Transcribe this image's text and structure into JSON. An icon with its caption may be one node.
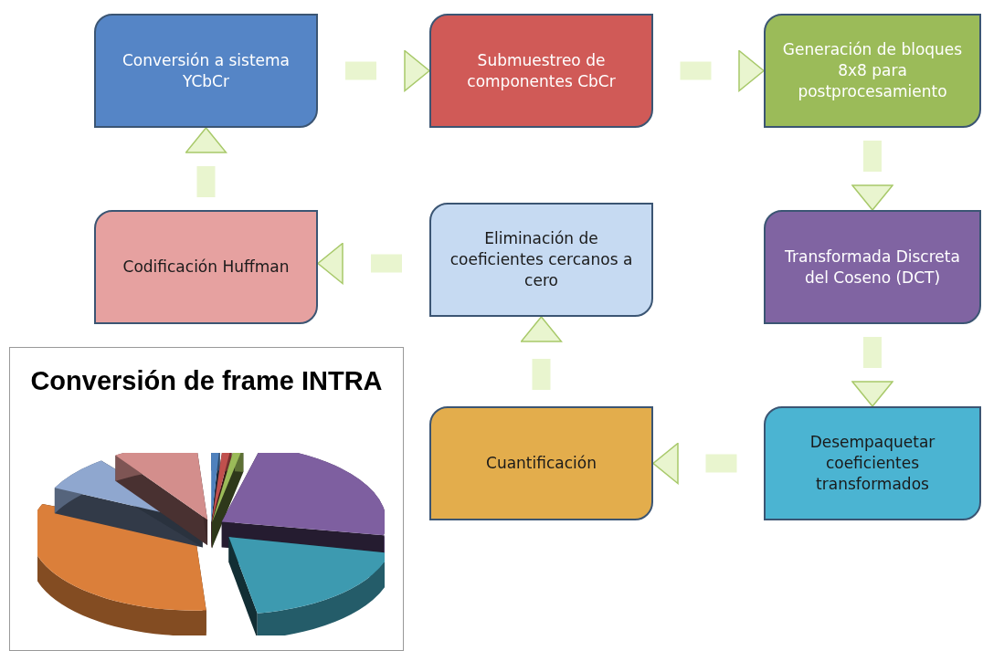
{
  "diagram": {
    "nodes": [
      {
        "text": [
          "Conversión a sistema YCbCr"
        ]
      },
      {
        "text": [
          "Submuestreo de componentes CbCr"
        ]
      },
      {
        "text": [
          "Generación de bloques 8x8 para postprocesamiento"
        ]
      },
      {
        "text": [
          "Transformada Discreta del Coseno (DCT)"
        ]
      },
      {
        "text": [
          "Desempaquetar coeficientes transformados"
        ]
      },
      {
        "text": [
          "Cuantificación"
        ]
      },
      {
        "text": [
          "Eliminación de coeficientes cercanos a cero"
        ]
      },
      {
        "text": [
          "Codificación Huffman"
        ]
      },
      {
        "text": [
          "Conversión de frame INTRA"
        ]
      }
    ],
    "edges": [
      {
        "from": 0,
        "to": 1,
        "arrow": "to"
      },
      {
        "from": 1,
        "to": 2,
        "arrow": "to"
      },
      {
        "from": 2,
        "to": 3,
        "arrow": "to"
      },
      {
        "from": 3,
        "to": 4,
        "arrow": "to"
      },
      {
        "from": 4,
        "to": 5,
        "arrow": "to"
      },
      {
        "from": 5,
        "to": 6,
        "arrow": "to"
      },
      {
        "from": 6,
        "to": 7,
        "arrow": "to"
      },
      {
        "from": 7,
        "to": 0,
        "arrow": "to"
      }
    ]
  }
}
